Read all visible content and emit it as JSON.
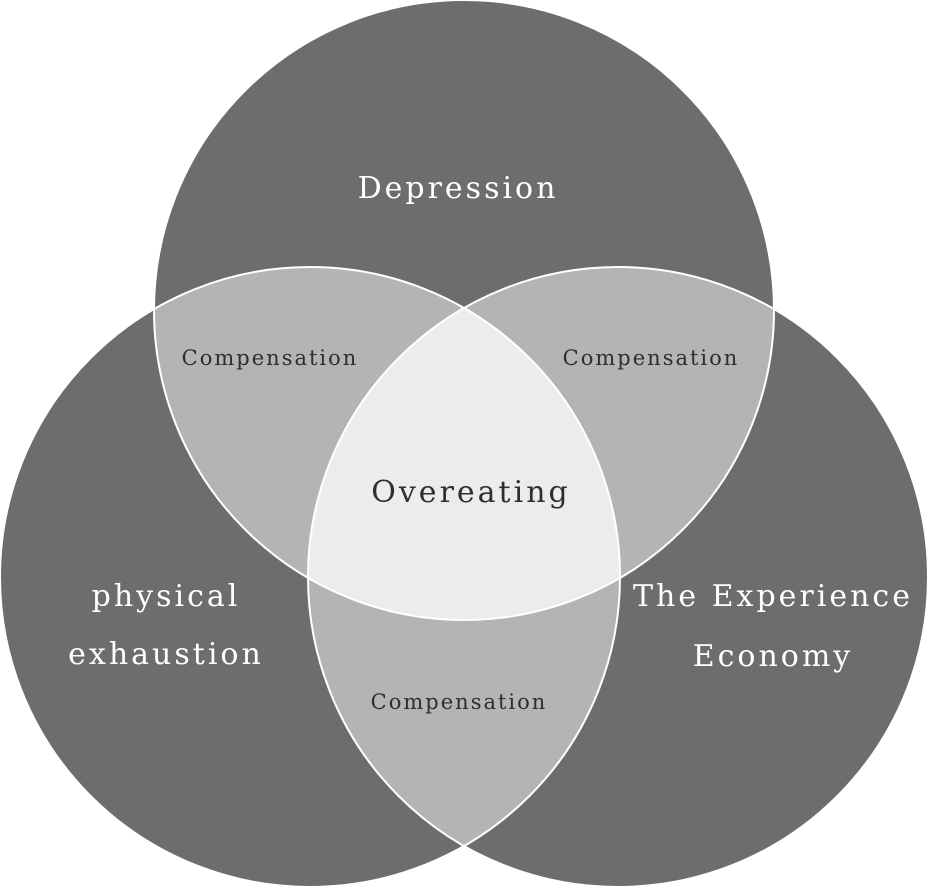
{
  "sets": {
    "top": {
      "lines": [
        "Depression"
      ]
    },
    "left": {
      "lines": [
        "physical",
        "exhaustion"
      ]
    },
    "right": {
      "lines": [
        "The Experience",
        "Economy"
      ]
    }
  },
  "pairs": {
    "top_left": "Compensation",
    "top_right": "Compensation",
    "bottom": "Compensation"
  },
  "center": "Overeating",
  "colors": {
    "circle": "#6d6d6d",
    "pair_overlap": "#b3b4b3",
    "center_overlap": "#ececec",
    "stroke": "#ffffff"
  }
}
